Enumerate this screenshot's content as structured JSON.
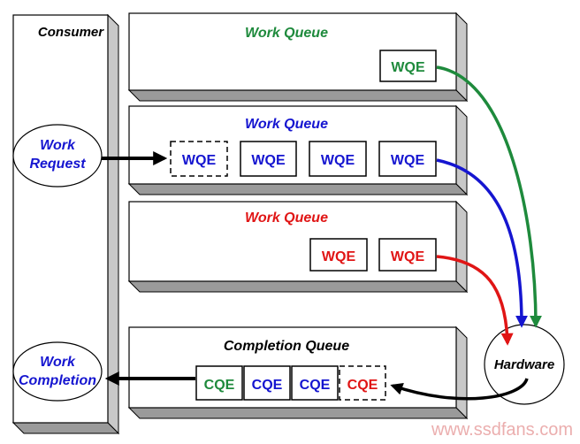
{
  "consumer_label": "Consumer",
  "hardware_label": "Hardware",
  "work_request": {
    "line1": "Work",
    "line2": "Request"
  },
  "work_completion": {
    "line1": "Work",
    "line2": "Completion"
  },
  "queues": [
    {
      "title": "Work Queue",
      "color": "#1e8a3c",
      "wqe": [
        "WQE"
      ]
    },
    {
      "title": "Work Queue",
      "color": "#1515d0",
      "wqe": [
        "WQE",
        "WQE",
        "WQE",
        "WQE"
      ]
    },
    {
      "title": "Work Queue",
      "color": "#e01515",
      "wqe": [
        "WQE",
        "WQE"
      ]
    }
  ],
  "completion_queue": {
    "title": "Completion Queue",
    "cqe": [
      {
        "label": "CQE",
        "color": "#1e8a3c"
      },
      {
        "label": "CQE",
        "color": "#1515d0"
      },
      {
        "label": "CQE",
        "color": "#1515d0"
      },
      {
        "label": "CQE",
        "color": "#e01515"
      }
    ]
  },
  "watermark": "www.ssdfans.com"
}
